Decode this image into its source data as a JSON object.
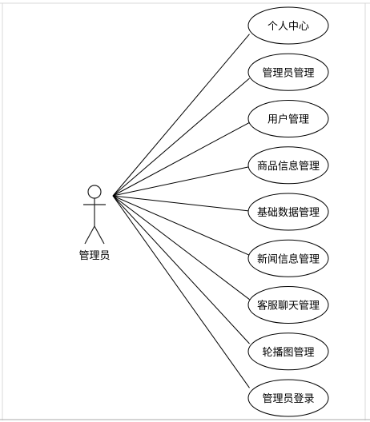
{
  "diagram": {
    "actor": {
      "label": "管理员"
    },
    "use_cases": [
      {
        "label": "个人中心"
      },
      {
        "label": "管理员管理"
      },
      {
        "label": "用户管理"
      },
      {
        "label": "商品信息管理"
      },
      {
        "label": "基础数据管理"
      },
      {
        "label": "新闻信息管理"
      },
      {
        "label": "客服聊天管理"
      },
      {
        "label": "轮播图管理"
      },
      {
        "label": "管理员登录"
      }
    ]
  }
}
